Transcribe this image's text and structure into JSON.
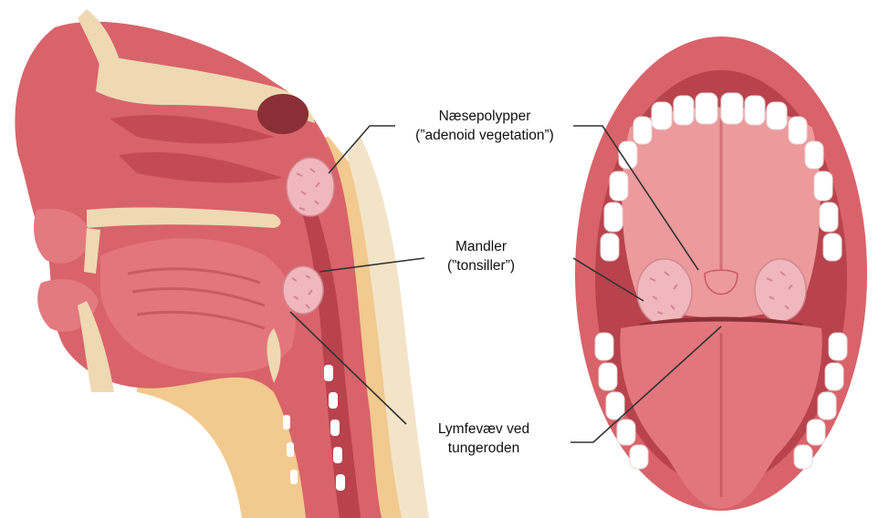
{
  "labels": {
    "adenoid": {
      "line1": "Næsepolypper",
      "line2": "(”adenoid vegetation”)"
    },
    "tonsil": {
      "line1": "Mandler",
      "line2": "(”tonsiller”)"
    },
    "lingual": {
      "line1": "Lymfevæv ved",
      "line2": "tungeroden"
    }
  },
  "colors": {
    "tissue": "#d9636a",
    "tissue_dark": "#b8434c",
    "tissue_light": "#ec9a9c",
    "bone": "#eed9b3",
    "skin": "#f2c98e",
    "teeth": "#ffffff",
    "tonsil": "#f0b8bd",
    "leader": "#333333"
  }
}
